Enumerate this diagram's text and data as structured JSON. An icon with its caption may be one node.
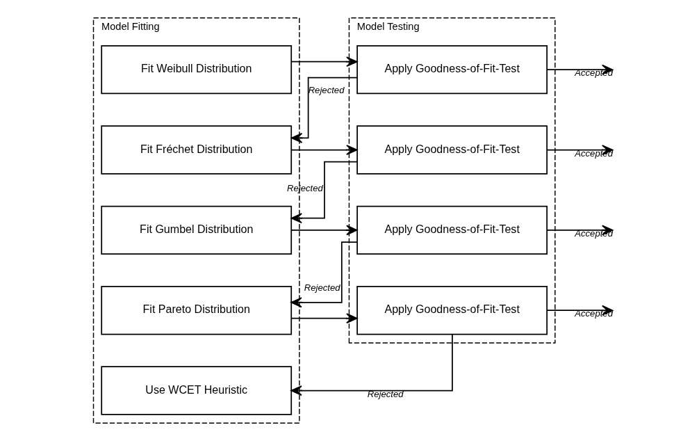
{
  "diagram": {
    "nodes": [
      {
        "text": [
          "Model Fitting"
        ]
      },
      {
        "text": [
          "Fit Weibull Distribution"
        ],
        "in": 0
      },
      {
        "text": [
          "Fit Fréchet Distribution"
        ],
        "in": 0
      },
      {
        "text": [
          "Fit Gumbel Distribution"
        ],
        "in": 0
      },
      {
        "text": [
          "Fit Pareto Distribution"
        ],
        "in": 0
      },
      {
        "text": [
          "Use WCET Heuristic"
        ],
        "in": 0
      },
      {
        "text": [
          "Model Testing"
        ]
      },
      {
        "text": [
          "Apply Goodness-of-Fit-Test"
        ],
        "in": 6
      },
      {
        "text": [
          "Apply Goodness-of-Fit-Test"
        ],
        "in": 6
      },
      {
        "text": [
          "Apply Goodness-of-Fit-Test"
        ],
        "in": 6
      },
      {
        "text": [
          "Apply Goodness-of-Fit-Test"
        ],
        "in": 6
      }
    ],
    "edges": [
      {
        "from": 1,
        "to": 7,
        "arrow": "to"
      },
      {
        "from": 7,
        "to": null,
        "arrow": "to",
        "label": "Accepted"
      },
      {
        "from": 7,
        "to": 2,
        "arrow": "to",
        "label": "Rejected"
      },
      {
        "from": 2,
        "to": 8,
        "arrow": "to"
      },
      {
        "from": 8,
        "to": null,
        "arrow": "to",
        "label": "Accepted"
      },
      {
        "from": 8,
        "to": 3,
        "arrow": "to",
        "label": "Rejected"
      },
      {
        "from": 3,
        "to": 9,
        "arrow": "to"
      },
      {
        "from": 9,
        "to": null,
        "arrow": "to",
        "label": "Accepted"
      },
      {
        "from": 9,
        "to": 4,
        "arrow": "to",
        "label": "Rejected"
      },
      {
        "from": 4,
        "to": 10,
        "arrow": "to"
      },
      {
        "from": 10,
        "to": null,
        "arrow": "to",
        "label": "Accepted"
      },
      {
        "from": 10,
        "to": 5,
        "arrow": "to",
        "label": "Rejected"
      }
    ]
  }
}
